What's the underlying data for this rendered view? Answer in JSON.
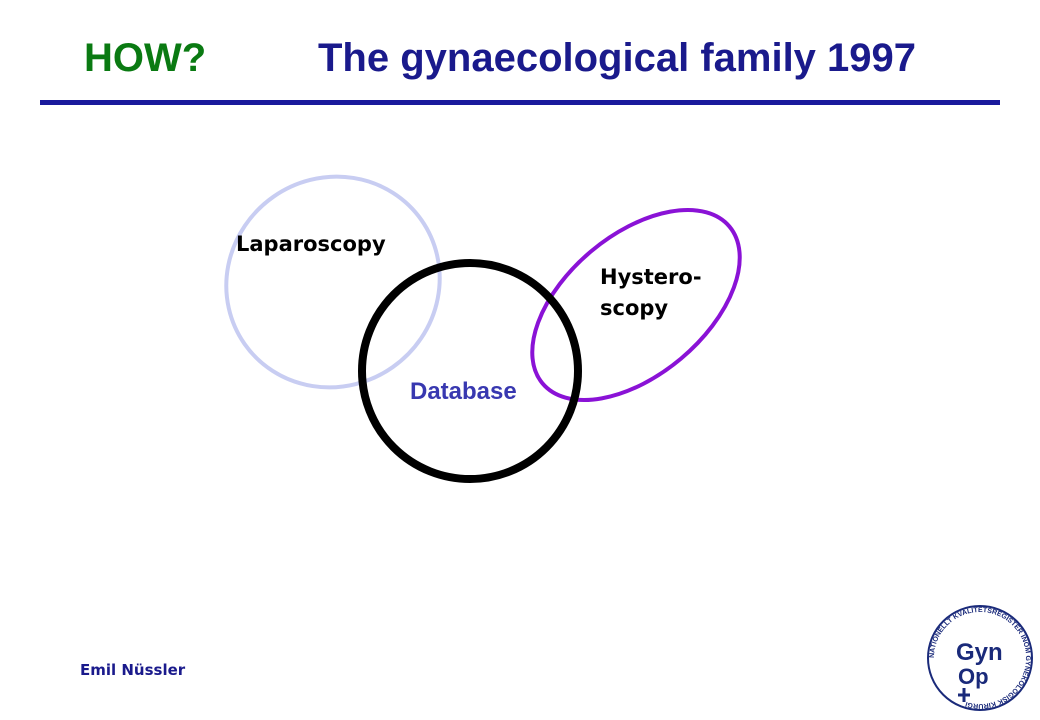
{
  "slide": {
    "title_prefix": "HOW?",
    "title": "The gynaecological family 1997",
    "author": "Emil Nüssler"
  },
  "diagram": {
    "center": {
      "label": "Database"
    },
    "left_node": {
      "label": "Laparoscopy"
    },
    "right_node": {
      "label_line1": "Hystero-",
      "label_line2": "scopy"
    }
  },
  "logo": {
    "arc_text": "NATIONELLT KVALITETSREGISTER INOM GYNEKOLOGISK KIRURGI",
    "mark_line1": "Gyn",
    "mark_line2": "Op"
  },
  "colors": {
    "title_prefix": "#0a7a12",
    "title": "#1a1a8c",
    "rule": "#1a1a9c",
    "database_label": "#3838b0",
    "laparoscopy_ellipse": "#c8cdf2",
    "hysteroscopy_ellipse": "#8a12d6",
    "database_circle": "#000000",
    "author": "#1a1a8c",
    "logo": "#1a2a7a"
  }
}
